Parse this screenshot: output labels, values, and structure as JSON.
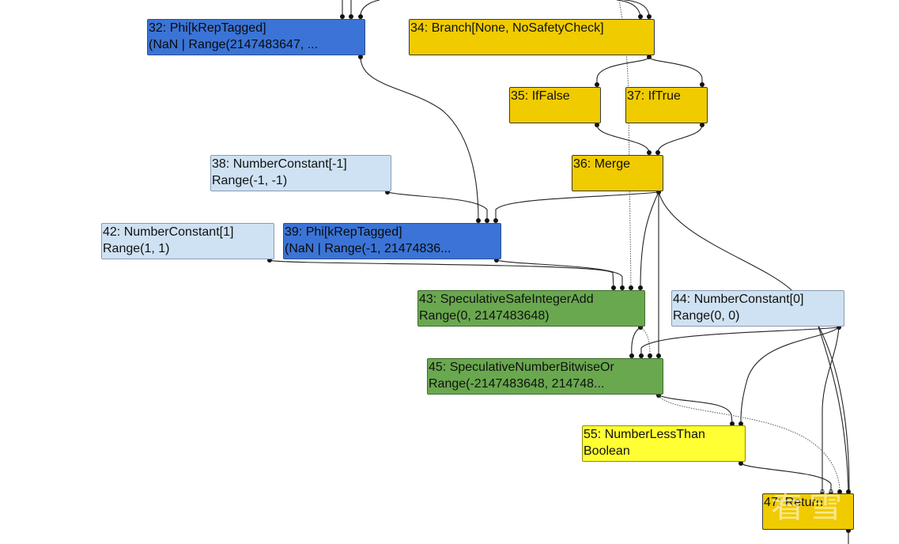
{
  "graph": {
    "nodes": [
      {
        "id": "32",
        "line1": "32: Phi[kRepTagged]",
        "line2": "(NaN | Range(2147483647, ...",
        "kind": "phi"
      },
      {
        "id": "34",
        "line1": "34: Branch[None, NoSafetyCheck]",
        "line2": "",
        "kind": "control"
      },
      {
        "id": "35",
        "line1": "35: IfFalse",
        "line2": "",
        "kind": "control"
      },
      {
        "id": "37",
        "line1": "37: IfTrue",
        "line2": "",
        "kind": "control"
      },
      {
        "id": "36",
        "line1": "36: Merge",
        "line2": "",
        "kind": "control"
      },
      {
        "id": "38",
        "line1": "38: NumberConstant[-1]",
        "line2": "Range(-1, -1)",
        "kind": "constant"
      },
      {
        "id": "42",
        "line1": "42: NumberConstant[1]",
        "line2": "Range(1, 1)",
        "kind": "constant"
      },
      {
        "id": "39",
        "line1": "39: Phi[kRepTagged]",
        "line2": "(NaN | Range(-1, 21474836...",
        "kind": "phi"
      },
      {
        "id": "43",
        "line1": "43: SpeculativeSafeIntegerAdd",
        "line2": "Range(0, 2147483648)",
        "kind": "simplified"
      },
      {
        "id": "44",
        "line1": "44: NumberConstant[0]",
        "line2": "Range(0, 0)",
        "kind": "constant"
      },
      {
        "id": "45",
        "line1": "45: SpeculativeNumberBitwiseOr",
        "line2": "Range(-2147483648, 214748...",
        "kind": "simplified"
      },
      {
        "id": "55",
        "line1": "55: NumberLessThan",
        "line2": "Boolean",
        "kind": "boolean"
      },
      {
        "id": "47",
        "line1": "47: Return",
        "line2": "",
        "kind": "control"
      }
    ],
    "edges": [
      {
        "from": "34",
        "to": "35",
        "style": "solid"
      },
      {
        "from": "34",
        "to": "37",
        "style": "solid"
      },
      {
        "from": "35",
        "to": "36",
        "style": "solid"
      },
      {
        "from": "37",
        "to": "36",
        "style": "solid"
      },
      {
        "from": "32",
        "to": "39",
        "style": "solid"
      },
      {
        "from": "38",
        "to": "39",
        "style": "solid"
      },
      {
        "from": "36",
        "to": "39",
        "style": "solid"
      },
      {
        "from": "42",
        "to": "43",
        "style": "solid"
      },
      {
        "from": "39",
        "to": "43",
        "style": "solid"
      },
      {
        "from": "36",
        "to": "43",
        "style": "solid"
      },
      {
        "from": "36",
        "to": "45",
        "style": "solid"
      },
      {
        "from": "36",
        "to": "47",
        "style": "solid"
      },
      {
        "from": "43",
        "to": "45",
        "style": "solid"
      },
      {
        "from": "43",
        "to": "45",
        "style": "dashed"
      },
      {
        "from": "44",
        "to": "45",
        "style": "solid"
      },
      {
        "from": "44",
        "to": "55",
        "style": "solid"
      },
      {
        "from": "44",
        "to": "47",
        "style": "solid"
      },
      {
        "from": "45",
        "to": "55",
        "style": "solid"
      },
      {
        "from": "45",
        "to": "47",
        "style": "dashed"
      },
      {
        "from": "55",
        "to": "47",
        "style": "solid"
      },
      {
        "from": "offscreen",
        "to": "43",
        "style": "dashed"
      }
    ]
  },
  "colors": {
    "control": "#f0cb00",
    "phi": "#3b74d6",
    "constant": "#cfe2f3",
    "simplified": "#6aa84f",
    "boolean": "#ffff33"
  },
  "watermark": "看雪"
}
